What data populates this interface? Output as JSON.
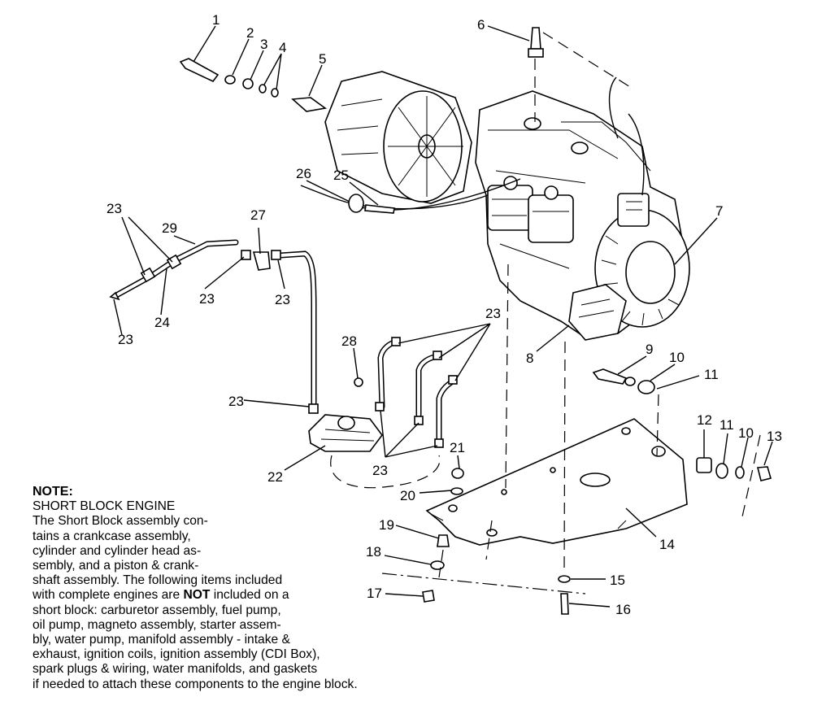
{
  "callouts": [
    "1",
    "2",
    "3",
    "4",
    "5",
    "6",
    "7",
    "8",
    "9",
    "10",
    "11",
    "12",
    "11",
    "10",
    "13",
    "14",
    "15",
    "16",
    "17",
    "18",
    "19",
    "20",
    "21",
    "22",
    "23",
    "23",
    "23",
    "23",
    "23",
    "23",
    "23",
    "23",
    "24",
    "25",
    "26",
    "27",
    "28",
    "29"
  ],
  "note": {
    "title": "NOTE:",
    "subtitle": "SHORT BLOCK ENGINE",
    "line1": "The Short Block assembly con-",
    "line2": "tains a crankcase assembly,",
    "line3": "cylinder and cylinder head as-",
    "line4": "sembly, and a piston & crank-",
    "line5": "shaft assembly.  The following items included",
    "line6_a": "with complete engines are ",
    "line6_b": "NOT",
    "line6_c": " included on a",
    "line7": "short block:  carburetor assembly, fuel pump,",
    "line8": "oil pump, magneto assembly, starter assem-",
    "line9": "bly, water pump, manifold assembly - intake &",
    "line10": "exhaust, ignition coils, ignition assembly (CDI Box),",
    "line11": "spark plugs & wiring, water manifolds, and gaskets",
    "line12": "if needed to attach these components to the engine block."
  }
}
